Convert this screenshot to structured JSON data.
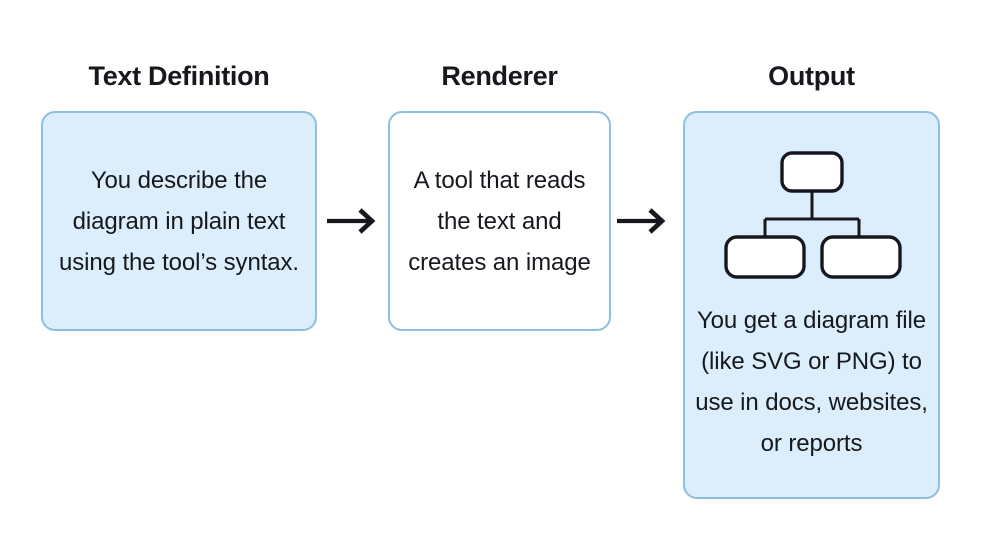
{
  "diagram": {
    "title": "Text Definition to Renderer to Output flow",
    "background_color": "#ffffff",
    "accent_fill": "#dceefb",
    "accent_border": "#8fbfe0",
    "text_color": "#16181d",
    "stages": [
      {
        "heading": "Text Definition",
        "body": "You describe the diagram in plain text using the tool’s syntax.",
        "fill": "filled"
      },
      {
        "heading": "Renderer",
        "body": "A tool that reads the text and creates an image",
        "fill": "plain"
      },
      {
        "heading": "Output",
        "body": "You get a diagram file (like SVG or PNG) to use in docs, websites, or reports",
        "fill": "filled",
        "illustration": "org-chart-icon"
      }
    ],
    "connectors": [
      {
        "name": "arrow-right-icon",
        "from": "Text Definition",
        "to": "Renderer"
      },
      {
        "name": "arrow-right-icon",
        "from": "Renderer",
        "to": "Output"
      }
    ]
  }
}
